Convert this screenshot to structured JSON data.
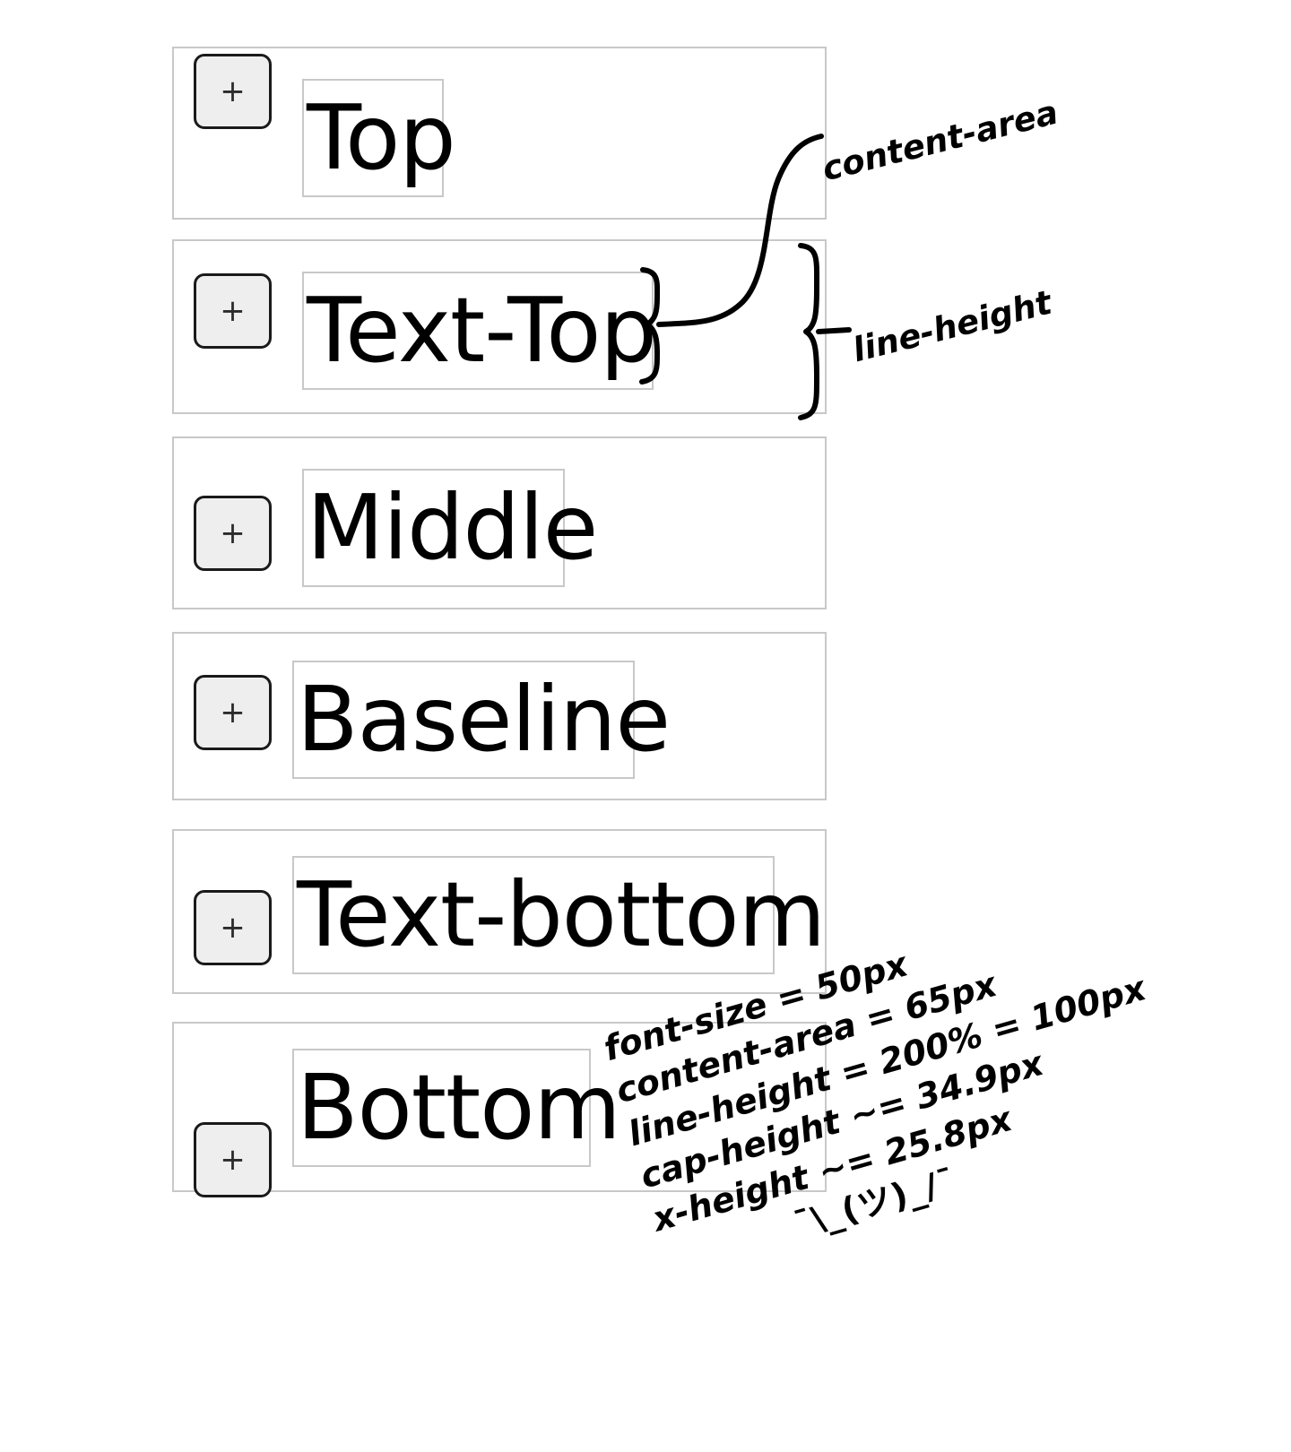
{
  "page": {
    "title": "CSS vertical-align demonstration",
    "background_color": "#ffffff",
    "box_border_color": "#c8c8c8",
    "button_fill_color": "#eeeeee",
    "button_border_color": "#1a1a1a",
    "text_color": "#000000"
  },
  "button": {
    "glyph": "+",
    "icon_name": "plus-icon"
  },
  "rows": [
    {
      "id": "top",
      "label": "Top",
      "align": "top"
    },
    {
      "id": "text-top",
      "label": "Text-Top",
      "align": "text-top"
    },
    {
      "id": "middle",
      "label": "Middle",
      "align": "middle"
    },
    {
      "id": "baseline",
      "label": "Baseline",
      "align": "baseline"
    },
    {
      "id": "text-bottom",
      "label": "Text-bottom",
      "align": "text-bottom"
    },
    {
      "id": "bottom",
      "label": "Bottom",
      "align": "bottom"
    }
  ],
  "annotations": {
    "content_area": "content-area",
    "line_height": "line-height"
  },
  "metrics": {
    "lines": [
      "font-size = 50px",
      "content-area = 65px",
      "line-height = 200% = 100px",
      "cap-height ~= 34.9px",
      "x-height ~= 25.8px",
      "¯\\_(ツ)_/¯"
    ]
  }
}
